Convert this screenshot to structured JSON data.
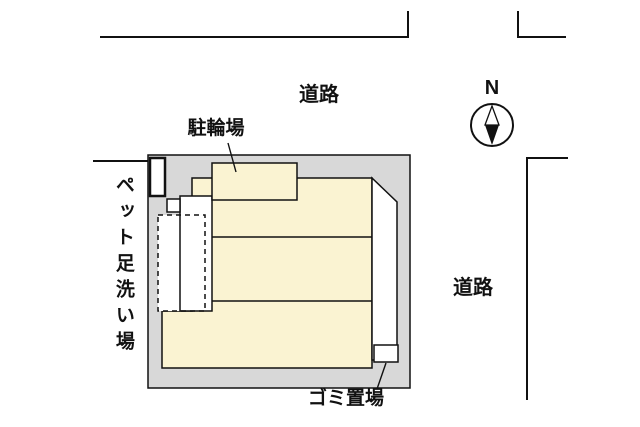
{
  "labels": {
    "road_top": "道路",
    "road_right": "道路",
    "compass_north": "N",
    "bicycle_parking": "駐輪場",
    "pet_foot_wash": "ペット足洗い場",
    "garbage_area": "ゴミ置場"
  },
  "colors": {
    "building": "#FAF3D2",
    "plot": "#D8D8D8",
    "line": "#111111",
    "background": "#FFFFFF"
  }
}
